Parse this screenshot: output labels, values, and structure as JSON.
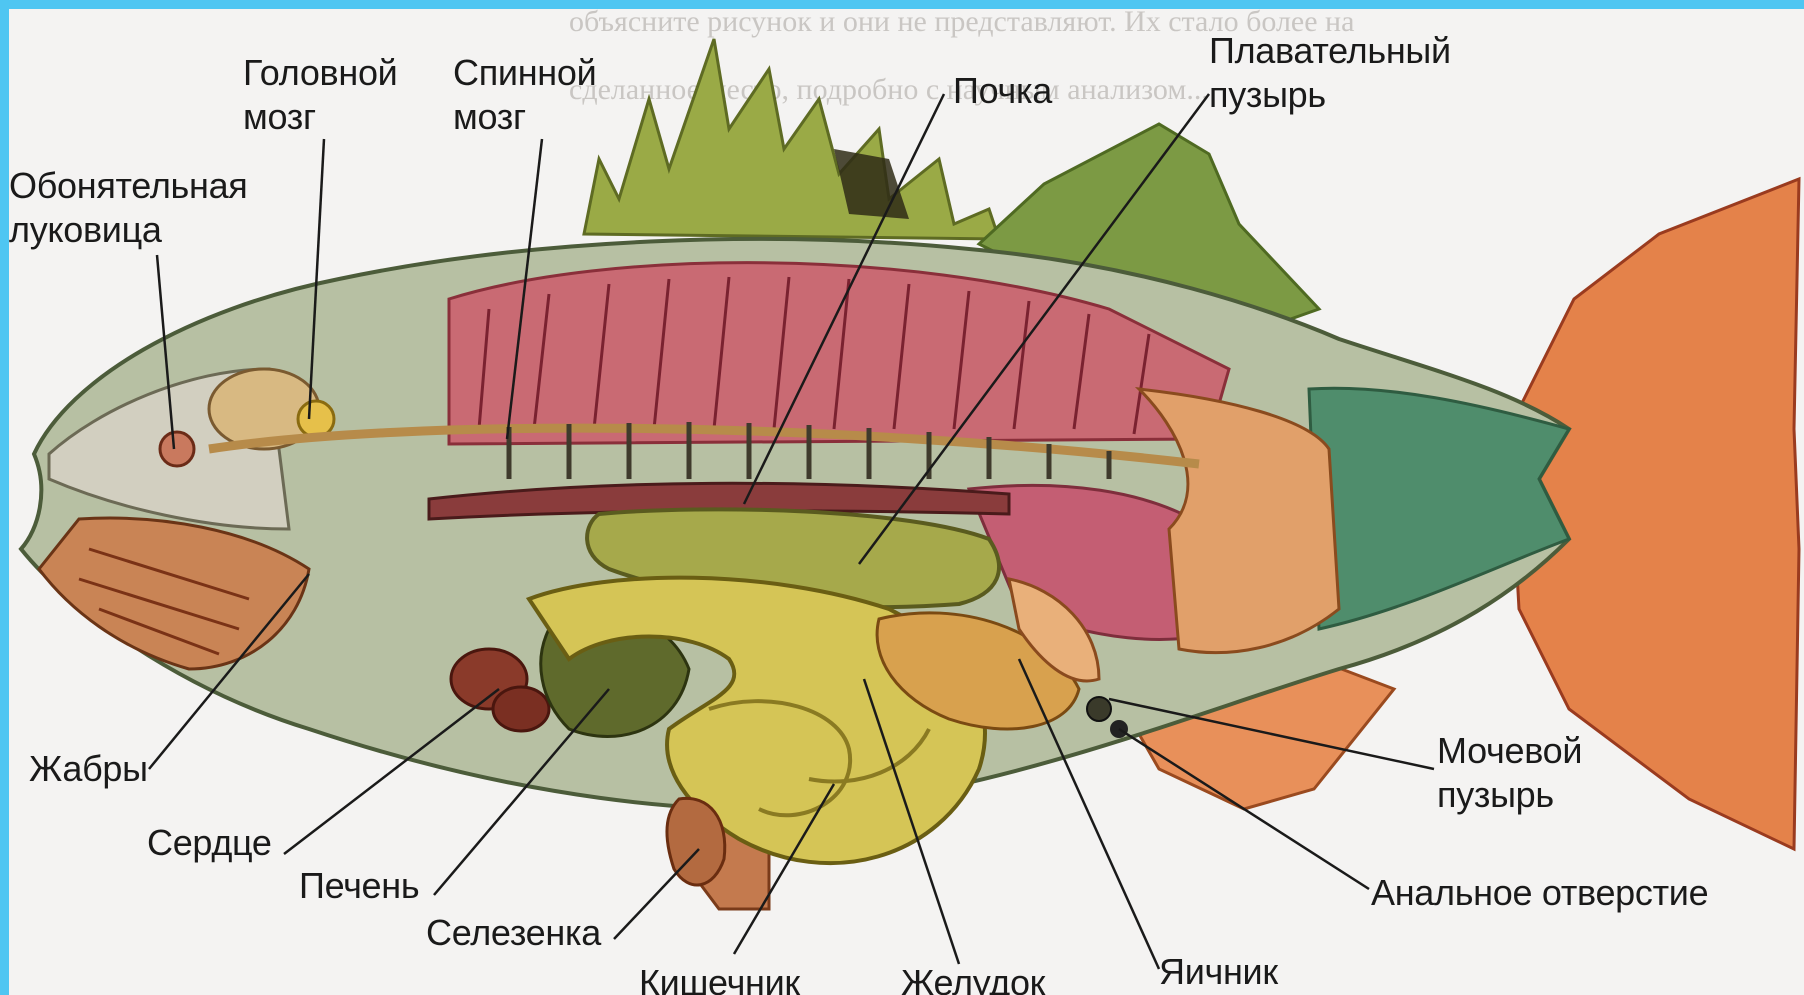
{
  "colors": {
    "frame_border": "#4fc6f2",
    "page_background": "#f4f3f2",
    "fin_green": "#8ea345",
    "tail_orange": "#e07a3e",
    "muscle_pink": "#c9606d",
    "organ_yellow": "#d6c65a",
    "skin_grey_green": "#b8c3a4"
  },
  "labels": {
    "olfactory_bulb": [
      "Обонятельная",
      "луковица"
    ],
    "brain": [
      "Головной",
      "мозг"
    ],
    "spinal_cord": [
      "Спинной",
      "мозг"
    ],
    "kidney": "Почка",
    "swim_bladder": [
      "Плавательный",
      "пузырь"
    ],
    "gills": "Жабры",
    "heart": "Сердце",
    "liver": "Печень",
    "spleen": "Селезенка",
    "intestine": "Кишечник",
    "stomach": "Желудок",
    "ovary": "Яичник",
    "urinary_bladder": [
      "Мочевой",
      "пузырь"
    ],
    "anus": "Анальное отверстие"
  },
  "background_text": [
    "объясните рисунок и они не представляют. Их стало более на",
    "сделанное место, подробно с научным анализом..."
  ]
}
